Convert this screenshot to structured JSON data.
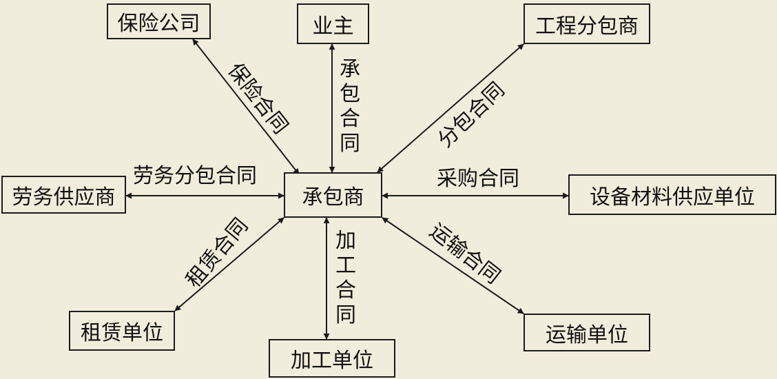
{
  "nodes": {
    "insurance": "保险公司",
    "owner": "业主",
    "subcontractor": "工程分包商",
    "labor": "劳务供应商",
    "contractor": "承包商",
    "equipment": "设备材料供应单位",
    "leasing": "租赁单位",
    "processing": "加工单位",
    "transport": "运输单位"
  },
  "edges": {
    "insurance": "保险合同",
    "contracting": "承包合同",
    "subcontract": "分包合同",
    "labor": "劳务分包合同",
    "purchase": "采购合同",
    "lease": "租赁合同",
    "processing": "加工合同",
    "transport": "运输合同"
  },
  "colors": {
    "background": "#f1eddc",
    "stroke": "#1a1a1a",
    "text": "#111111"
  }
}
